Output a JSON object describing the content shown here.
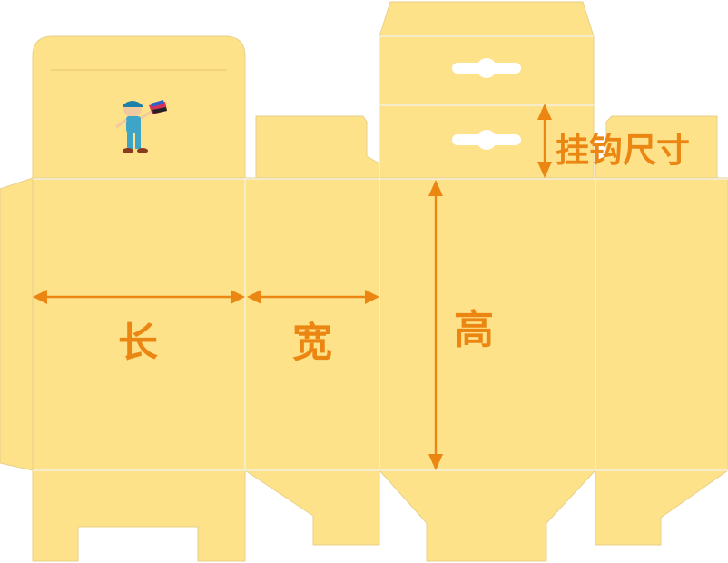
{
  "labels": {
    "length": "长",
    "width": "宽",
    "height": "高",
    "hanger_size": "挂钩尺寸"
  },
  "colors": {
    "panel": "#fde28a",
    "accent": "#ec8612",
    "fold_line": "#f3f0e0"
  },
  "icons": {
    "logo": "mascot-painter-icon"
  }
}
